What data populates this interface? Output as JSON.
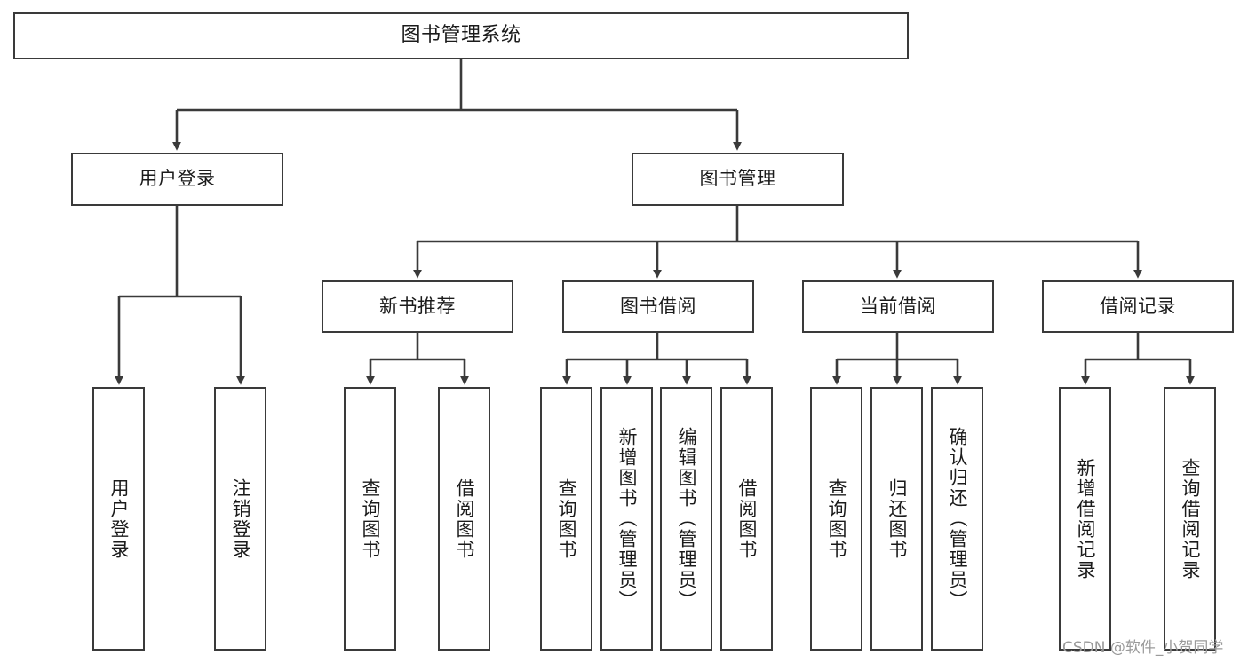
{
  "diagram": {
    "type": "tree",
    "title": "图书管理系统",
    "background_color": "#ffffff",
    "line_color": "#3a3a3a",
    "text_color": "#1b1b1b",
    "nodes": {
      "root": {
        "label": "图书管理系统"
      },
      "level2": [
        {
          "label": "用户登录"
        },
        {
          "label": "图书管理"
        }
      ],
      "level3": [
        {
          "label": "新书推荐"
        },
        {
          "label": "图书借阅"
        },
        {
          "label": "当前借阅"
        },
        {
          "label": "借阅记录"
        }
      ],
      "leaves": {
        "user_login": [
          {
            "label": "用户登录"
          },
          {
            "label": "注销登录"
          }
        ],
        "new_book": [
          {
            "label": "查询图书"
          },
          {
            "label": "借阅图书"
          }
        ],
        "book_borrow": [
          {
            "label": "查询图书"
          },
          {
            "label": "新增图书（管理员）"
          },
          {
            "label": "编辑图书（管理员）"
          },
          {
            "label": "借阅图书"
          }
        ],
        "current_borrow": [
          {
            "label": "查询图书"
          },
          {
            "label": "归还图书"
          },
          {
            "label": "确认归还（管理员）"
          }
        ],
        "borrow_record": [
          {
            "label": "新增借阅记录"
          },
          {
            "label": "查询借阅记录"
          }
        ]
      }
    }
  },
  "watermark": {
    "text": "CSDN @软件_小贺同学"
  }
}
